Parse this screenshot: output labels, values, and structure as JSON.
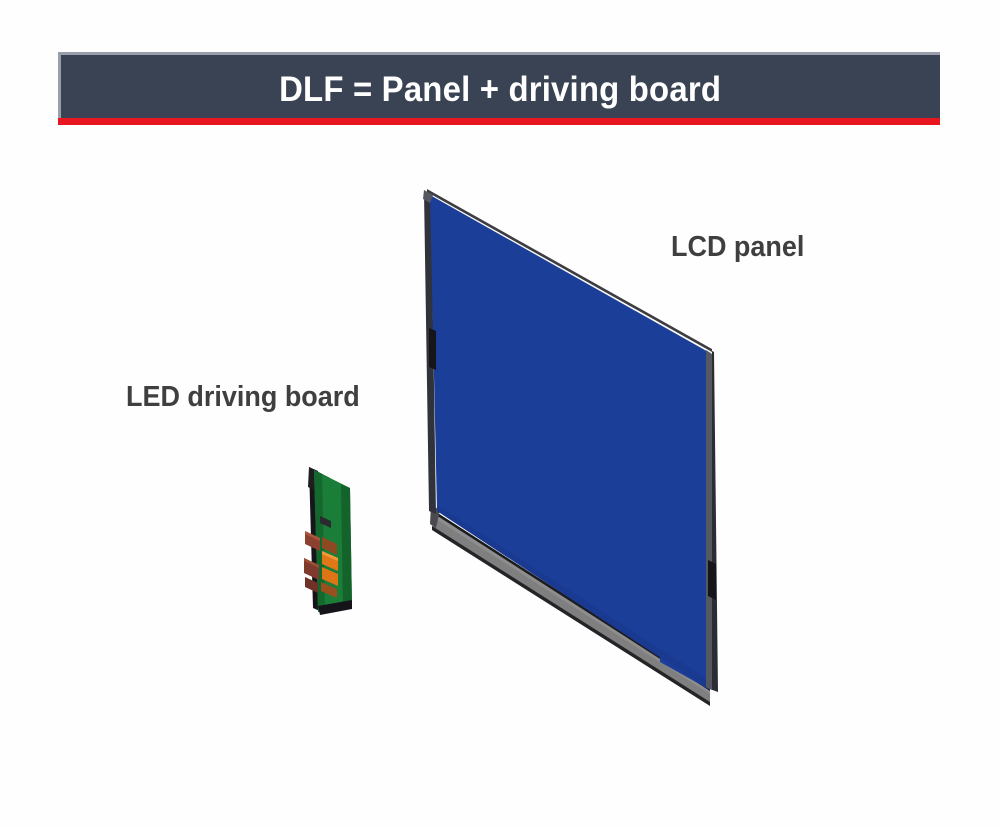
{
  "slide": {
    "background_color": "#fefefe",
    "title": {
      "text": "DLF = Panel + driving board",
      "banner_color": "#3a4354",
      "banner_border_color": "#9a9eab",
      "text_color": "#ffffff",
      "underline_color": "#e8171f"
    },
    "labels": {
      "lcd_panel": "LCD panel",
      "led_driving_board": "LED driving board",
      "text_color": "#3f3f3f"
    },
    "diagram": {
      "type": "exploded-assembly",
      "components": [
        {
          "name": "LCD panel",
          "face_color": "#1b3e99",
          "bezel_color": "#e8e8e8",
          "chassis_color": "#808080",
          "edge_color": "#1c1c20"
        },
        {
          "name": "LED driving board",
          "pcb_color": "#1a7d38",
          "pcb_dark_color": "#0d5424",
          "component_colors": [
            "#e07818",
            "#8b4030"
          ],
          "edge_color": "#16161a"
        }
      ]
    }
  }
}
